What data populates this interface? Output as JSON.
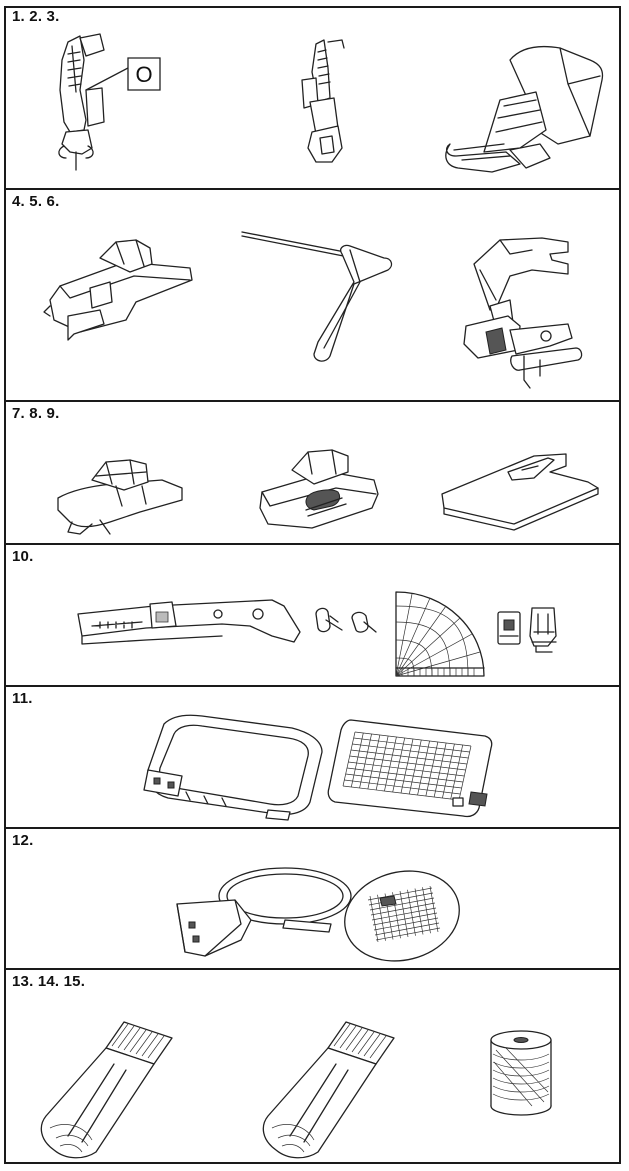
{
  "sections": [
    {
      "label": "1. 2. 3.",
      "callout": "O"
    },
    {
      "label": "4. 5. 6."
    },
    {
      "label": "7. 8. 9."
    },
    {
      "label": "10."
    },
    {
      "label": "11."
    },
    {
      "label": "12."
    },
    {
      "label": "13. 14. 15."
    }
  ],
  "icons": [
    "presser-foot-icon",
    "quilting-foot-icon",
    "walking-foot-icon",
    "quarter-inch-foot-icon",
    "seam-guide-icon",
    "side-cutter-icon",
    "zigzag-foot-icon",
    "monogramming-foot-icon",
    "straight-stitch-plate-icon",
    "circular-attachment-icon",
    "embroidery-frame-large-icon",
    "embroidery-frame-small-icon",
    "stabilizer-icon",
    "bobbin-thread-icon"
  ]
}
